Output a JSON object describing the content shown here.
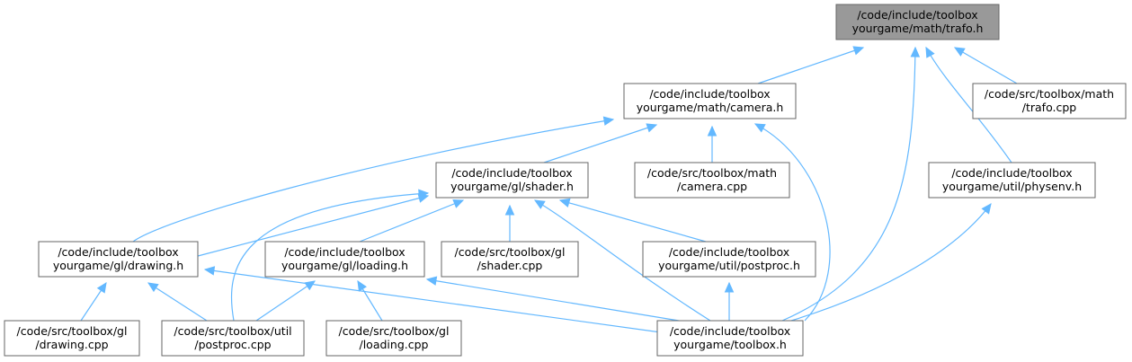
{
  "diagram": {
    "type": "include-dependency-graph",
    "colors": {
      "edge": "#63b8ff",
      "node_border": "#666666",
      "node_fill": "#ffffff",
      "root_fill": "#999999"
    },
    "nodes": [
      {
        "id": "trafo_h",
        "lines": [
          "/code/include/toolbox",
          "yourgame/math/trafo.h"
        ],
        "root": true
      },
      {
        "id": "camera_h",
        "lines": [
          "/code/include/toolbox",
          "yourgame/math/camera.h"
        ]
      },
      {
        "id": "trafo_cpp",
        "lines": [
          "/code/src/toolbox/math",
          "/trafo.cpp"
        ]
      },
      {
        "id": "shader_h",
        "lines": [
          "/code/include/toolbox",
          "yourgame/gl/shader.h"
        ]
      },
      {
        "id": "camera_cpp",
        "lines": [
          "/code/src/toolbox/math",
          "/camera.cpp"
        ]
      },
      {
        "id": "physenv_h",
        "lines": [
          "/code/include/toolbox",
          "yourgame/util/physenv.h"
        ]
      },
      {
        "id": "drawing_h",
        "lines": [
          "/code/include/toolbox",
          "yourgame/gl/drawing.h"
        ]
      },
      {
        "id": "loading_h",
        "lines": [
          "/code/include/toolbox",
          "yourgame/gl/loading.h"
        ]
      },
      {
        "id": "shader_cpp",
        "lines": [
          "/code/src/toolbox/gl",
          "/shader.cpp"
        ]
      },
      {
        "id": "postproc_h",
        "lines": [
          "/code/include/toolbox",
          "yourgame/util/postproc.h"
        ]
      },
      {
        "id": "drawing_cpp",
        "lines": [
          "/code/src/toolbox/gl",
          "/drawing.cpp"
        ]
      },
      {
        "id": "postproc_cpp",
        "lines": [
          "/code/src/toolbox/util",
          "/postproc.cpp"
        ]
      },
      {
        "id": "loading_cpp",
        "lines": [
          "/code/src/toolbox/gl",
          "/loading.cpp"
        ]
      },
      {
        "id": "toolbox_h",
        "lines": [
          "/code/include/toolbox",
          "yourgame/toolbox.h"
        ]
      }
    ],
    "edges": [
      {
        "from": "trafo_h",
        "to": "camera_h"
      },
      {
        "from": "trafo_h",
        "to": "trafo_cpp"
      },
      {
        "from": "trafo_h",
        "to": "physenv_h"
      },
      {
        "from": "trafo_h",
        "to": "toolbox_h"
      },
      {
        "from": "camera_h",
        "to": "shader_h"
      },
      {
        "from": "camera_h",
        "to": "camera_cpp"
      },
      {
        "from": "camera_h",
        "to": "drawing_h"
      },
      {
        "from": "camera_h",
        "to": "toolbox_h"
      },
      {
        "from": "shader_h",
        "to": "drawing_h"
      },
      {
        "from": "shader_h",
        "to": "loading_h"
      },
      {
        "from": "shader_h",
        "to": "shader_cpp"
      },
      {
        "from": "shader_h",
        "to": "postproc_h"
      },
      {
        "from": "shader_h",
        "to": "postproc_cpp"
      },
      {
        "from": "shader_h",
        "to": "toolbox_h"
      },
      {
        "from": "physenv_h",
        "to": "toolbox_h"
      },
      {
        "from": "drawing_h",
        "to": "drawing_cpp"
      },
      {
        "from": "drawing_h",
        "to": "postproc_cpp"
      },
      {
        "from": "drawing_h",
        "to": "toolbox_h"
      },
      {
        "from": "loading_h",
        "to": "postproc_cpp"
      },
      {
        "from": "loading_h",
        "to": "loading_cpp"
      },
      {
        "from": "loading_h",
        "to": "toolbox_h"
      },
      {
        "from": "postproc_h",
        "to": "toolbox_h"
      }
    ]
  }
}
